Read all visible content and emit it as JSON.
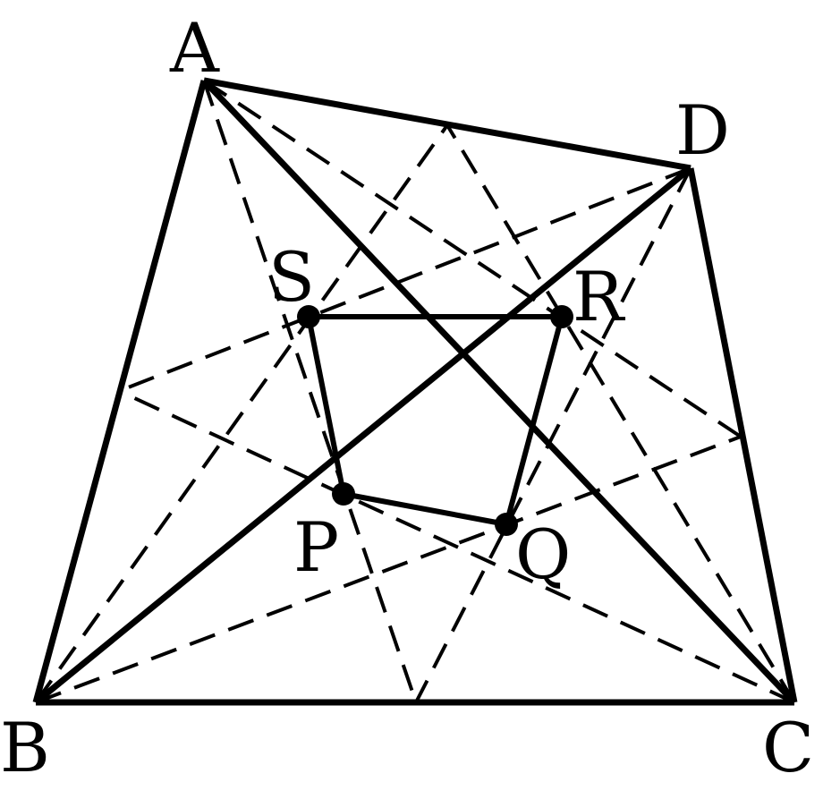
{
  "diagram": {
    "colors": {
      "stroke": "#000000",
      "background": "#ffffff"
    },
    "labels": {
      "A": "A",
      "B": "B",
      "C": "C",
      "D": "D",
      "P": "P",
      "Q": "Q",
      "R": "R",
      "S": "S"
    }
  }
}
